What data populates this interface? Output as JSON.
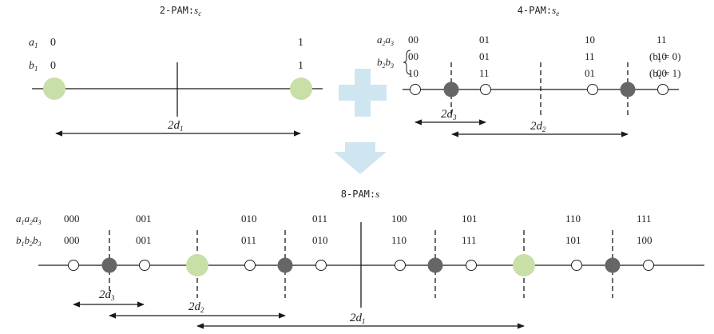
{
  "colors": {
    "line": "#1a1a1a",
    "green_circle": "#c8dfa8",
    "dark_circle": "#666666",
    "open_circle_stroke": "#222222",
    "arrow_shape": "#cfe6f0"
  },
  "titles": {
    "pam2": "2-PAM:",
    "pam2_var": "s",
    "pam2_sub": "c",
    "pam4": "4-PAM:",
    "pam4_var": "s",
    "pam4_sub": "e",
    "pam8": "8-PAM:",
    "pam8_var": "s"
  },
  "pam2": {
    "row_a_label": "a",
    "row_a_sub": "1",
    "row_b_label": "b",
    "row_b_sub": "1",
    "a_left": "0",
    "a_right": "1",
    "b_left": "0",
    "b_right": "1",
    "dist_label": "2d",
    "dist_sub": "1"
  },
  "pam4": {
    "row_a_label": "a",
    "row_a_sub1": "2",
    "row_a_mid": "a",
    "row_a_sub2": "3",
    "row_b_label": "b",
    "row_b_sub1": "2",
    "row_b_mid": "b",
    "row_b_sub2": "3",
    "a_codes": [
      "00",
      "01",
      "10",
      "11"
    ],
    "b_codes_row1": [
      "00",
      "01",
      "11",
      "10"
    ],
    "b_codes_row2": [
      "10",
      "11",
      "01",
      "00"
    ],
    "cond1_pre": "(b",
    "cond1_sub": "1",
    "cond1_post": " = 0)",
    "cond2_pre": "(b",
    "cond2_sub": "1",
    "cond2_post": " = 1)",
    "dist3_label": "2d",
    "dist3_sub": "3",
    "dist2_label": "2d",
    "dist2_sub": "2"
  },
  "pam8": {
    "row_a_label": "a",
    "row_a_sub1": "1",
    "row_a_mid1": "a",
    "row_a_sub2": "2",
    "row_a_mid2": "a",
    "row_a_sub3": "3",
    "row_b_label": "b",
    "row_b_sub1": "1",
    "row_b_mid1": "b",
    "row_b_sub2": "2",
    "row_b_mid2": "b",
    "row_b_sub3": "3",
    "a_codes": [
      "000",
      "001",
      "010",
      "011",
      "100",
      "101",
      "110",
      "111"
    ],
    "b_codes": [
      "000",
      "001",
      "011",
      "010",
      "110",
      "111",
      "101",
      "100"
    ],
    "dist3_label": "2d",
    "dist3_sub": "3",
    "dist2_label": "2d",
    "dist2_sub": "2",
    "dist1_label": "2d",
    "dist1_sub": "1"
  }
}
